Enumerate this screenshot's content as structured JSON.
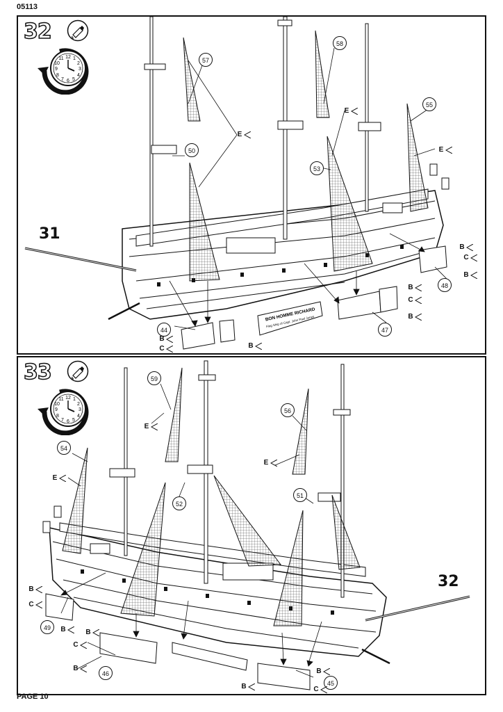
{
  "doc_code": "05113",
  "page_label": "PAGE 10",
  "steps": [
    {
      "number": "32",
      "clock": {
        "n12": "12",
        "n11": "11",
        "n10": "10",
        "n9": "9",
        "n8": "8",
        "n7": "7",
        "n6": "6",
        "n5": "5",
        "n4": "4",
        "n3": "3",
        "n2": "2",
        "n1": "1"
      },
      "ref_step": "31",
      "callouts": [
        "57",
        "58",
        "55",
        "50",
        "53",
        "44",
        "47",
        "48"
      ],
      "part_tags": [
        "E",
        "E",
        "E",
        "B",
        "C",
        "B",
        "B",
        "C",
        "B",
        "B",
        "C",
        "B"
      ],
      "nameplate": {
        "line1": "BON HOMME RICHARD",
        "line2": "Flag Ship of Capt. John Paul Jones"
      }
    },
    {
      "number": "33",
      "clock": {
        "n12": "12",
        "n11": "11",
        "n10": "10",
        "n9": "9",
        "n8": "8",
        "n7": "7",
        "n6": "6",
        "n5": "5",
        "n4": "4",
        "n3": "3",
        "n2": "2",
        "n1": "1"
      },
      "ref_step": "32",
      "callouts": [
        "59",
        "54",
        "56",
        "52",
        "51",
        "49",
        "46",
        "45"
      ],
      "part_tags": [
        "E",
        "E",
        "E",
        "B",
        "C",
        "B",
        "B",
        "C",
        "B",
        "B",
        "C",
        "B"
      ]
    }
  ]
}
